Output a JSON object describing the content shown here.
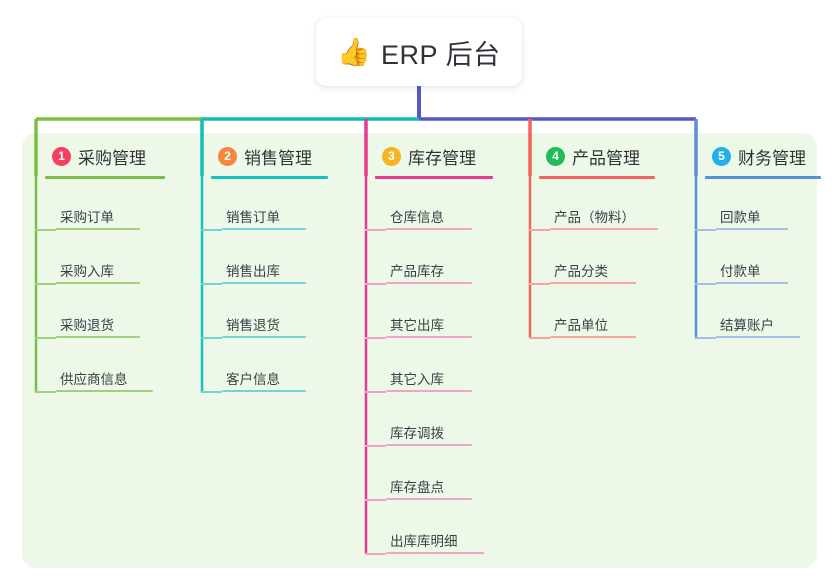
{
  "diagram": {
    "type": "mindmap-org-chart",
    "background_color": "#ffffff",
    "panel_color": "#eef8e9",
    "root": {
      "icon": "thumbs-up-emoji",
      "emoji": "👍",
      "title": "ERP 后台"
    },
    "connector_colors": {
      "trunk": "#5856c8",
      "bus_left_green": "#7dbf43",
      "bus_mid_teal": "#0fbfb0",
      "bus_right_indigo": "#5856c8",
      "stub_col1": "#7dbf43",
      "stub_col2": "#0fbfb0",
      "stub_col3": "#e8388f",
      "stub_col4": "#f4625a",
      "stub_col5": "#5b8fd6"
    },
    "columns": [
      {
        "number": "1",
        "title": "采购管理",
        "badge_color": "#f5415f",
        "line_color": "#79bd4a",
        "child_line_color": "#9fd07a",
        "spine_color": "#79bd4a",
        "underline_width": 120,
        "children": [
          {
            "label": "采购订单",
            "underline_width": 84
          },
          {
            "label": "采购入库",
            "underline_width": 84
          },
          {
            "label": "采购退货",
            "underline_width": 84
          },
          {
            "label": "供应商信息",
            "underline_width": 97
          }
        ]
      },
      {
        "number": "2",
        "title": "销售管理",
        "badge_color": "#f5883c",
        "line_color": "#13c4bd",
        "child_line_color": "#6fd6d2",
        "spine_color": "#13c4bd",
        "underline_width": 117,
        "children": [
          {
            "label": "销售订单",
            "underline_width": 84
          },
          {
            "label": "销售出库",
            "underline_width": 84
          },
          {
            "label": "销售退货",
            "underline_width": 84
          },
          {
            "label": "客户信息",
            "underline_width": 84
          }
        ]
      },
      {
        "number": "3",
        "title": "库存管理",
        "badge_color": "#f6b322",
        "line_color": "#e8388f",
        "child_line_color": "#f0a3c9",
        "spine_color": "#e8388f",
        "underline_width": 118,
        "children": [
          {
            "label": "仓库信息",
            "underline_width": 86
          },
          {
            "label": "产品库存",
            "underline_width": 86
          },
          {
            "label": "其它出库",
            "underline_width": 86
          },
          {
            "label": "其它入库",
            "underline_width": 86
          },
          {
            "label": "库存调拨",
            "underline_width": 86
          },
          {
            "label": "库存盘点",
            "underline_width": 86
          },
          {
            "label": "出库库明细",
            "underline_width": 98
          }
        ]
      },
      {
        "number": "4",
        "title": "产品管理",
        "badge_color": "#23ba59",
        "line_color": "#f4625a",
        "child_line_color": "#f8a49c",
        "spine_color": "#f4625a",
        "underline_width": 116,
        "children": [
          {
            "label": "产品（物料）",
            "underline_width": 108
          },
          {
            "label": "产品分类",
            "underline_width": 86
          },
          {
            "label": "产品单位",
            "underline_width": 86
          }
        ]
      },
      {
        "number": "5",
        "title": "财务管理",
        "badge_color": "#22b0e8",
        "line_color": "#5b8fd6",
        "child_line_color": "#a3bfe8",
        "spine_color": "#5b8fd6",
        "underline_width": 116,
        "children": [
          {
            "label": "回款单",
            "underline_width": 72
          },
          {
            "label": "付款单",
            "underline_width": 72
          },
          {
            "label": "结算账户",
            "underline_width": 84
          }
        ]
      }
    ]
  }
}
